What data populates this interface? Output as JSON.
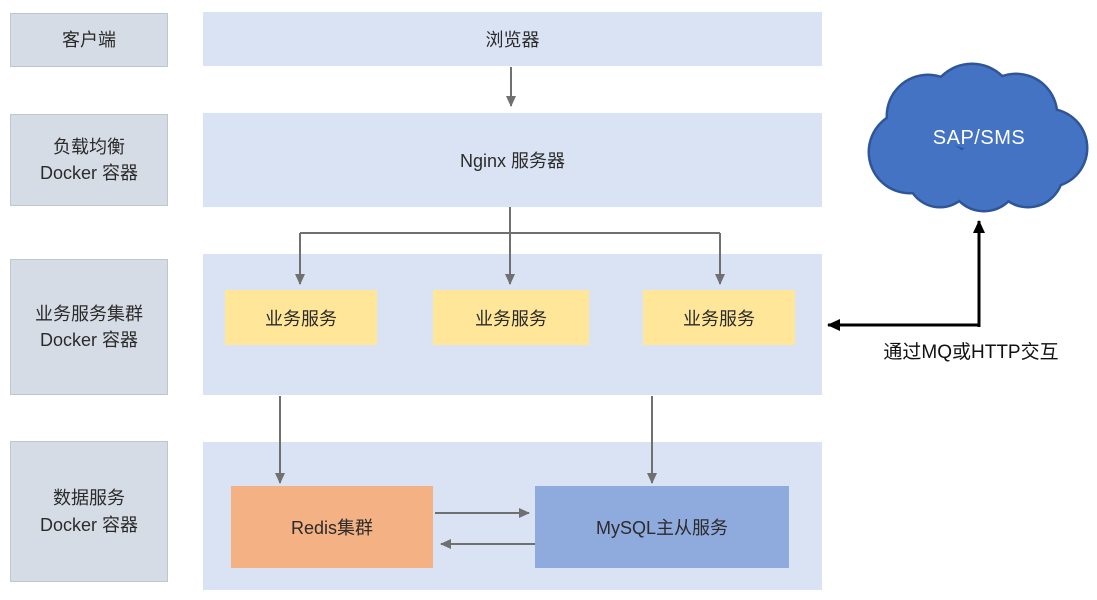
{
  "left_labels": [
    {
      "line1": "客户端",
      "line2": ""
    },
    {
      "line1": "负载均衡",
      "line2": "Docker 容器"
    },
    {
      "line1": "业务服务集群",
      "line2": "Docker 容器"
    },
    {
      "line1": "数据服务",
      "line2": "Docker 容器"
    }
  ],
  "nodes": {
    "browser": "浏览器",
    "nginx": "Nginx 服务器",
    "services": [
      {
        "label": "业务服务"
      },
      {
        "label": "业务服务"
      },
      {
        "label": "业务服务"
      }
    ],
    "redis": "Redis集群",
    "mysql": "MySQL主从服务",
    "external_cloud": "SAP/SMS"
  },
  "annotations": {
    "mq_http_label": "通过MQ或HTTP交互"
  },
  "colors": {
    "row_label_gray": "#d6dce5",
    "container_blue": "#dae3f3",
    "service_yellow": "#ffe699",
    "redis_orange": "#f4b183",
    "mysql_blue": "#8faadc",
    "cloud_blue": "#4573c4",
    "cloud_outline": "#2e5597",
    "arrow_gray": "#707070",
    "arrow_black": "#000000",
    "cloud_text": "#ffffff"
  }
}
